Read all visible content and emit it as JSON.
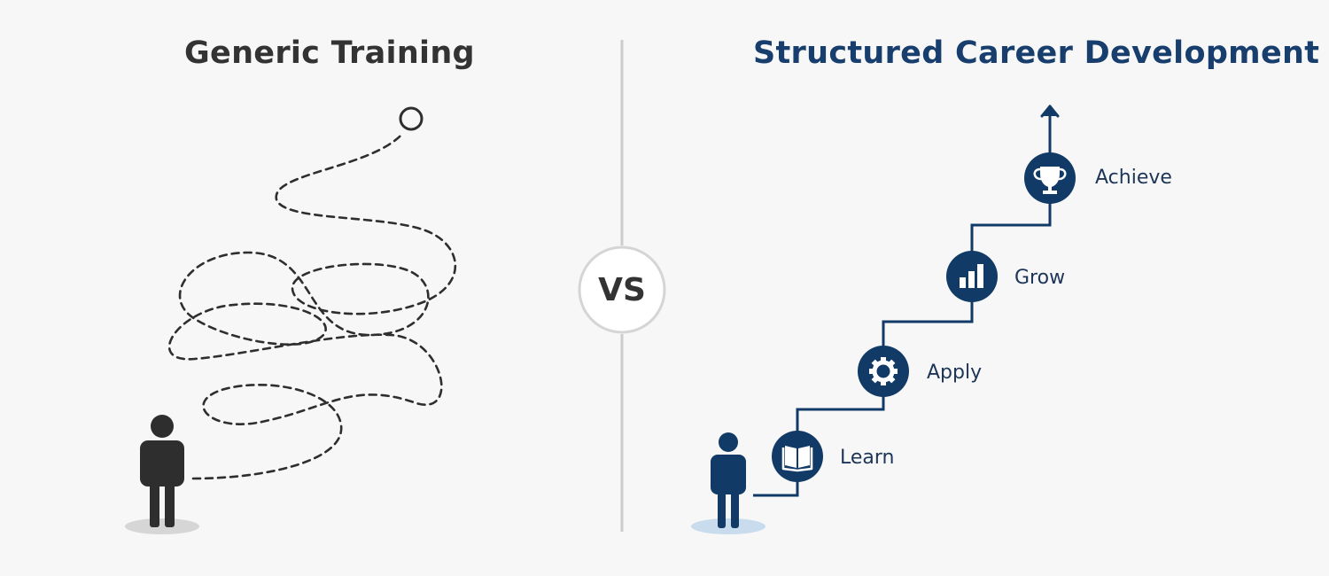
{
  "left": {
    "title": "Generic Training"
  },
  "right": {
    "title": "Structured Career Development",
    "steps": [
      {
        "label": "Learn",
        "icon": "book-icon"
      },
      {
        "label": "Apply",
        "icon": "gear-icon"
      },
      {
        "label": "Grow",
        "icon": "bar-chart-icon"
      },
      {
        "label": "Achieve",
        "icon": "trophy-icon"
      }
    ]
  },
  "divider": {
    "label": "VS"
  },
  "colors": {
    "left_title": "#333333",
    "right_title": "#173e6c",
    "navy": "#123a66",
    "dark_figure": "#2e2e2e",
    "divider": "#cccccc",
    "background": "#f7f7f8"
  }
}
